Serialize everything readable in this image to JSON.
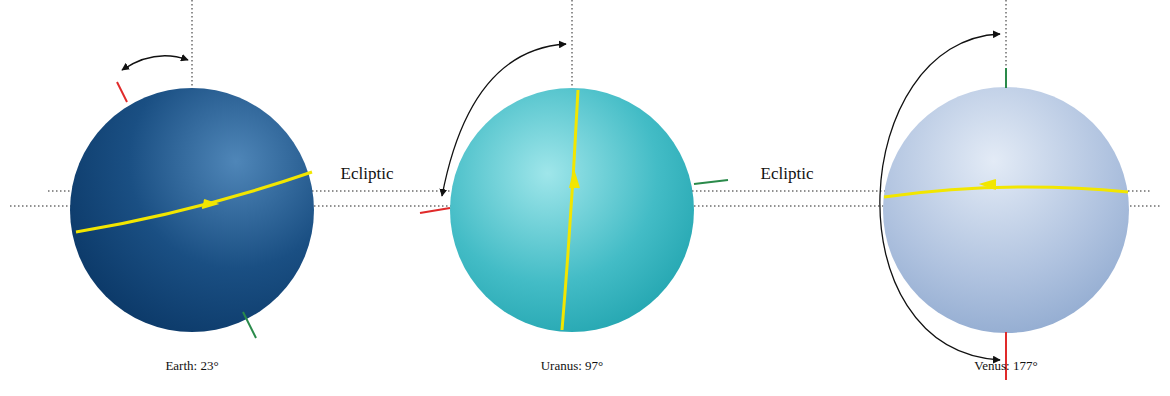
{
  "diagram": {
    "labels": [
      "Ecliptic",
      "Ecliptic",
      "Earth: 23°",
      "Uranus: 97°",
      "Venus: 177°"
    ]
  }
}
